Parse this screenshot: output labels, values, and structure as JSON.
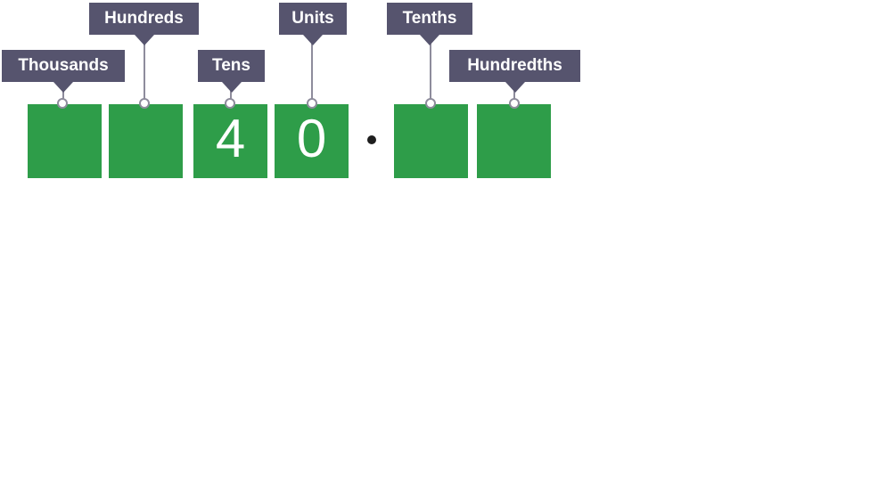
{
  "diagram_type": "place-value-diagram",
  "places": [
    {
      "id": "thousands",
      "label": "Thousands",
      "digit": "",
      "label_row": "lower"
    },
    {
      "id": "hundreds",
      "label": "Hundreds",
      "digit": "",
      "label_row": "upper"
    },
    {
      "id": "tens",
      "label": "Tens",
      "digit": "4",
      "label_row": "lower"
    },
    {
      "id": "units",
      "label": "Units",
      "digit": "0",
      "label_row": "upper"
    },
    {
      "id": "tenths",
      "label": "Tenths",
      "digit": "",
      "label_row": "upper"
    },
    {
      "id": "hundredths",
      "label": "Hundredths",
      "digit": "",
      "label_row": "lower"
    }
  ],
  "icons": {
    "decimal_point_icon": "•",
    "label_pointer_icon": "▼",
    "connector_pin_icon": "○"
  },
  "colors": {
    "box-green": "#2e9d49",
    "label-purple": "#56546e",
    "label-text": "#ffffff",
    "digit-white": "#ffffff",
    "connector-gray": "#8e8c9c",
    "decimal-black": "#1e1e1e",
    "background": "#ffffff"
  }
}
